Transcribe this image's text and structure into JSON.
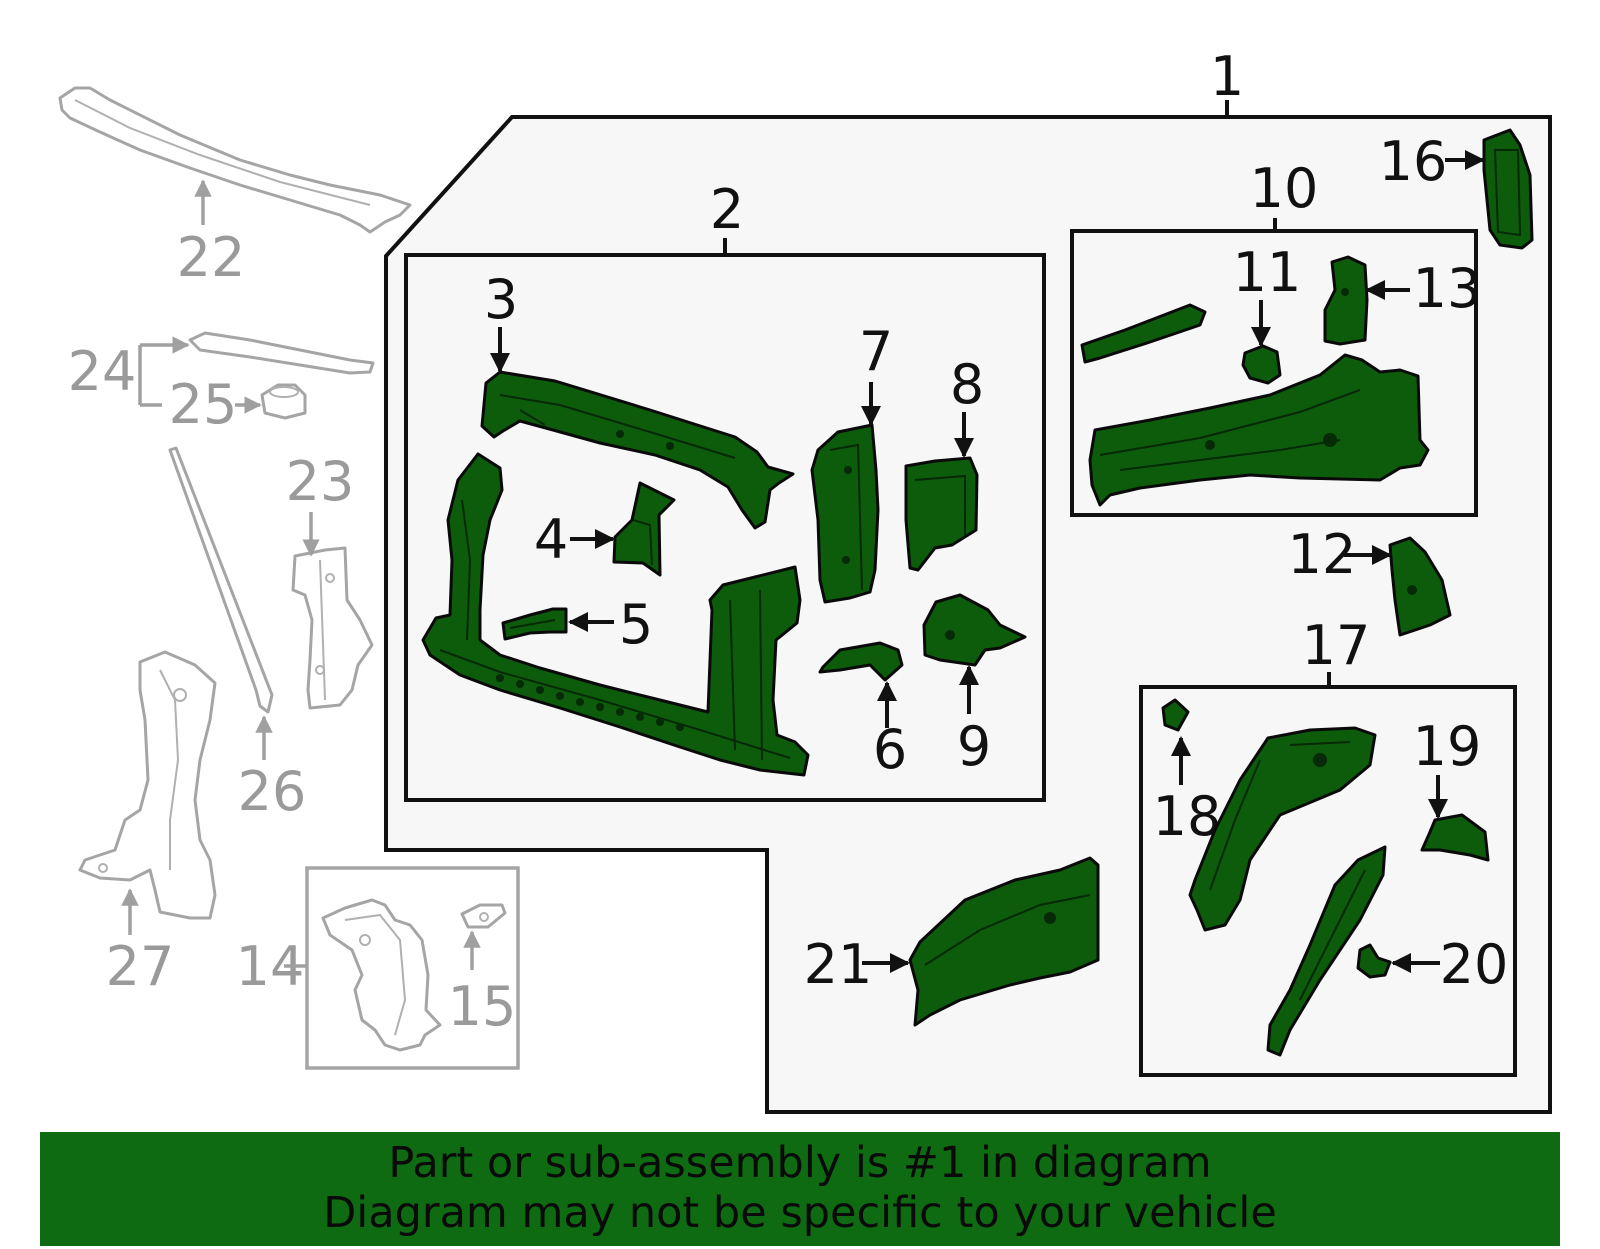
{
  "diagram": {
    "callouts": {
      "c1": "1",
      "c2": "2",
      "c3": "3",
      "c4": "4",
      "c5": "5",
      "c6": "6",
      "c7": "7",
      "c8": "8",
      "c9": "9",
      "c10": "10",
      "c11": "11",
      "c12": "12",
      "c13": "13",
      "c14": "14",
      "c15": "15",
      "c16": "16",
      "c17": "17",
      "c18": "18",
      "c19": "19",
      "c20": "20",
      "c21": "21",
      "c22": "22",
      "c23": "23",
      "c24": "24",
      "c25": "25",
      "c26": "26",
      "c27": "27"
    },
    "colors": {
      "highlight_part": "#0c5c0c",
      "banner": "#0f6b12",
      "assembly_panel": "#f7f7f7",
      "inactive_part_outline": "#a5a5a5"
    }
  },
  "banner": {
    "line1": "Part or sub-assembly is #1 in diagram",
    "line2": "Diagram may not be specific to your vehicle"
  }
}
